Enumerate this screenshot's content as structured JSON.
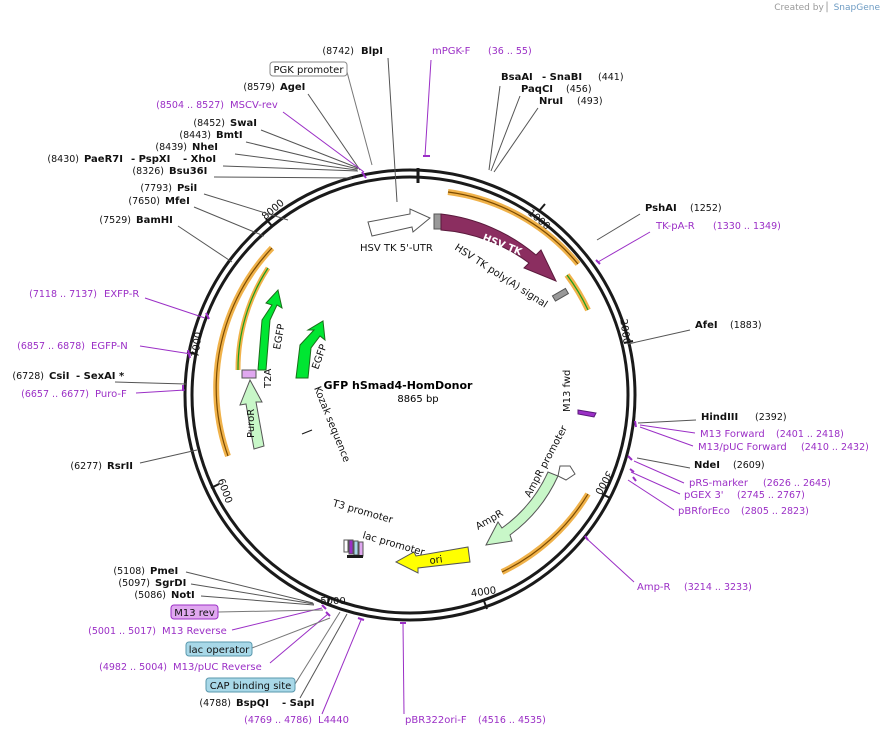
{
  "credit": {
    "prefix": "Created by",
    "brand": "SnapGene"
  },
  "plasmid": {
    "name": "GFP hSmad4-HomDonor",
    "length": "8865 bp"
  },
  "ticks": [
    "1000",
    "2000",
    "3000",
    "4000",
    "5000",
    "6000",
    "7000",
    "8000"
  ],
  "enzymes": [
    {
      "pos": "(8742)",
      "name": "BlpI"
    },
    {
      "pos": "(8579)",
      "name": "AgeI"
    },
    {
      "pos": "(8452)",
      "name": "SwaI"
    },
    {
      "pos": "(8443)",
      "name": "BmtI"
    },
    {
      "pos": "(8439)",
      "name": "NheI"
    },
    {
      "pos": "(8430)",
      "name": "PaeR7I",
      "extra1": "- PspXI",
      "extra2": "- XhoI"
    },
    {
      "pos": "(8326)",
      "name": "Bsu36I"
    },
    {
      "pos": "(7793)",
      "name": "PsiI"
    },
    {
      "pos": "(7650)",
      "name": "MfeI"
    },
    {
      "pos": "(7529)",
      "name": "BamHI"
    },
    {
      "pos": "(6728)",
      "name": "CsiI",
      "extra1": "- SexAI *"
    },
    {
      "pos": "(6277)",
      "name": "RsrII"
    },
    {
      "pos": "(5108)",
      "name": "PmeI"
    },
    {
      "pos": "(5097)",
      "name": "SgrDI"
    },
    {
      "pos": "(5086)",
      "name": "NotI"
    },
    {
      "pos": "(4788)",
      "name": "BspQI",
      "extra1": "- SapI"
    },
    {
      "name": "BsaAI",
      "extra1": "- SnaBI",
      "pos": "(441)"
    },
    {
      "name": "PaqCI",
      "pos": "(456)"
    },
    {
      "name": "NruI",
      "pos": "(493)"
    },
    {
      "name": "PshAI",
      "pos": "(1252)"
    },
    {
      "name": "AfeI",
      "pos": "(1883)"
    },
    {
      "name": "HindIII",
      "pos": "(2392)"
    },
    {
      "name": "NdeI",
      "pos": "(2609)"
    }
  ],
  "primers": [
    {
      "name": "mPGK-F",
      "pos": "(36 .. 55)"
    },
    {
      "name": "MSCV-rev",
      "pos": "(8504 .. 8527)"
    },
    {
      "name": "EXFP-R",
      "pos": "(7118 .. 7137)"
    },
    {
      "name": "EGFP-N",
      "pos": "(6857 .. 6878)"
    },
    {
      "name": "Puro-F",
      "pos": "(6657 .. 6677)"
    },
    {
      "name": "M13 Reverse",
      "pos": "(5001 .. 5017)"
    },
    {
      "name": "M13/pUC Reverse",
      "pos": "(4982 .. 5004)"
    },
    {
      "name": "L4440",
      "pos": "(4769 .. 4786)"
    },
    {
      "name": "pBR322ori-F",
      "pos": "(4516 .. 4535)"
    },
    {
      "name": "TK-pA-R",
      "pos": "(1330 .. 1349)"
    },
    {
      "name": "M13 Forward",
      "pos": "(2401 .. 2418)"
    },
    {
      "name": "M13/pUC Forward",
      "pos": "(2410 .. 2432)"
    },
    {
      "name": "pRS-marker",
      "pos": "(2626 .. 2645)"
    },
    {
      "name": "pGEX 3'",
      "pos": "(2745 .. 2767)"
    },
    {
      "name": "pBRforEco",
      "pos": "(2805 .. 2823)"
    },
    {
      "name": "Amp-R",
      "pos": "(3214 .. 3233)"
    }
  ],
  "boxed_features": [
    {
      "name": "PGK promoter",
      "color": "#ffffff",
      "border": "#888888"
    },
    {
      "name": "M13 rev",
      "color": "#e0a8f0",
      "border": "#9b2fc6"
    },
    {
      "name": "lac operator",
      "color": "#a8d8e8",
      "border": "#5a98ad"
    },
    {
      "name": "CAP binding site",
      "color": "#a8d8e8",
      "border": "#5a98ad"
    }
  ],
  "features": {
    "hsv_tk_utr": "HSV TK 5'-UTR",
    "hsv_tk": "HSV TK",
    "hsv_tk_polya": "HSV TK poly(A) signal",
    "m13_fwd": "M13 fwd",
    "ampr_promoter": "AmpR promoter",
    "ampr": "AmpR",
    "ori": "ori",
    "lac_promoter": "lac promoter",
    "t3_promoter": "T3 promoter",
    "kozak": "Kozak sequence",
    "egfp_inner": "EGFP",
    "egfp_outer": "EGFP",
    "t2a": "T2A",
    "puror": "PuroR"
  },
  "colors": {
    "backbone": "#1a1a1a",
    "primer": "#9b2fc6",
    "hsv_tk": "#8b2e60",
    "egfp": "#00e632",
    "ampr": "#c8f7c8",
    "ori": "#ffff00",
    "orf_outline": "#f0b24a"
  }
}
